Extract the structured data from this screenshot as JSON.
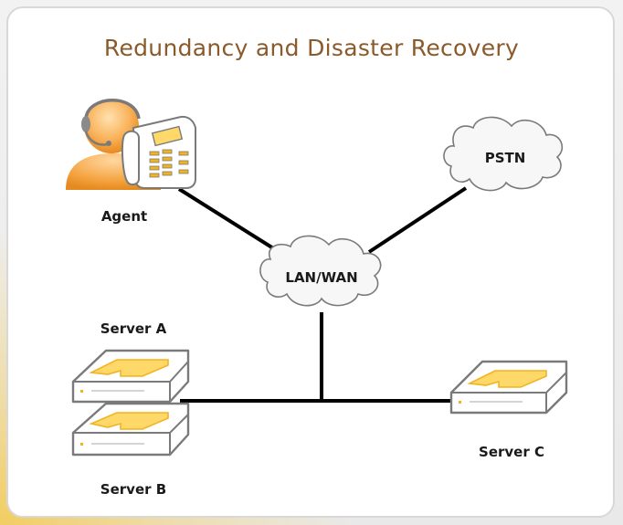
{
  "title": "Redundancy and Disaster Recovery",
  "colors": {
    "title": "#8a5a2b",
    "accent": "#f2b320",
    "line": "#000000",
    "device_gray": "#7d7d7d"
  },
  "nodes": {
    "agent": {
      "label": "Agent",
      "icon": "agent-headset-icon"
    },
    "phone": {
      "icon": "desk-phone-icon"
    },
    "pstn": {
      "label": "PSTN",
      "icon": "cloud-icon"
    },
    "lanwan": {
      "label": "LAN/WAN",
      "icon": "cloud-icon"
    },
    "server_a": {
      "label": "Server A",
      "icon": "server-icon"
    },
    "server_b": {
      "label": "Server B",
      "icon": "server-icon"
    },
    "server_c": {
      "label": "Server C",
      "icon": "server-icon"
    }
  },
  "connections": [
    {
      "from": "Agent",
      "to": "LAN/WAN"
    },
    {
      "from": "PSTN",
      "to": "LAN/WAN"
    },
    {
      "from": "LAN/WAN",
      "to": "Server A"
    },
    {
      "from": "LAN/WAN",
      "to": "Server B"
    },
    {
      "from": "LAN/WAN",
      "to": "Server C"
    }
  ]
}
